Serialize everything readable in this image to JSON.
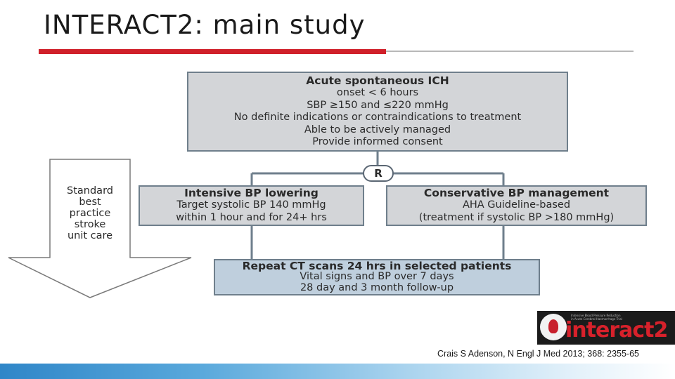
{
  "title": "INTERACT2: main study",
  "eligibility_box": {
    "heading": "Acute spontaneous ICH",
    "lines": [
      "onset  < 6 hours",
      "SBP ≥150 and ≤220 mmHg",
      "No definite indications or contraindications to treatment",
      "Able to be actively managed",
      "Provide informed consent"
    ]
  },
  "randomization_label": "R",
  "intensive_box": {
    "heading": "Intensive BP lowering",
    "lines": [
      "Target systolic BP 140 mmHg",
      "within 1 hour and for 24+ hrs"
    ]
  },
  "conservative_box": {
    "heading": "Conservative BP management",
    "lines": [
      "AHA Guideline-based",
      "(treatment if systolic BP >180 mmHg)"
    ]
  },
  "followup_box": {
    "heading": "Repeat CT scans 24 hrs in selected patients",
    "lines": [
      "Vital signs and BP over 7 days",
      "28 day and 3 month follow-up"
    ]
  },
  "standard_care_lines": [
    "Standard",
    "best",
    "practice",
    "stroke",
    "unit care"
  ],
  "logo": {
    "word": "interact2",
    "small_text": [
      "Intensive Blood Pressure Reduction",
      "in Acute Cerebral Haemorrhage Trial"
    ]
  },
  "citation": "Crais S Adenson, N Engl J Med 2013; 368: 2355-65",
  "colors": {
    "accent_red": "#d0202a",
    "box_grey": "#d3d5d8",
    "box_blue": "#bfcfdd",
    "border": "#6f7f8c",
    "footer_blue": "#2f86c8"
  }
}
